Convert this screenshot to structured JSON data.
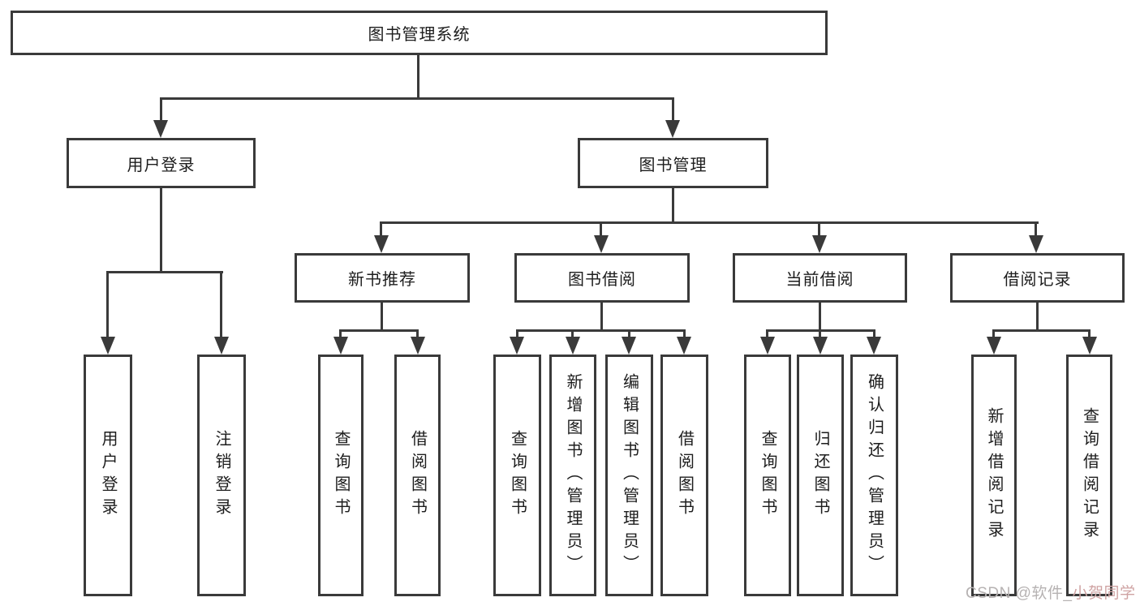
{
  "diagram_title": "图书管理系统",
  "tree": {
    "label": "图书管理系统",
    "children": [
      {
        "label": "用户登录",
        "children": [
          {
            "label": "用户登录"
          },
          {
            "label": "注销登录"
          }
        ]
      },
      {
        "label": "图书管理",
        "children": [
          {
            "label": "新书推荐",
            "children": [
              {
                "label": "查询图书"
              },
              {
                "label": "借阅图书"
              }
            ]
          },
          {
            "label": "图书借阅",
            "children": [
              {
                "label": "查询图书"
              },
              {
                "label": "新增图书（管理员）"
              },
              {
                "label": "编辑图书（管理员）"
              },
              {
                "label": "借阅图书"
              }
            ]
          },
          {
            "label": "当前借阅",
            "children": [
              {
                "label": "查询图书"
              },
              {
                "label": "归还图书"
              },
              {
                "label": "确认归还（管理员）"
              }
            ]
          },
          {
            "label": "借阅记录",
            "children": [
              {
                "label": "新增借阅记录"
              },
              {
                "label": "查询借阅记录"
              }
            ]
          }
        ]
      }
    ]
  },
  "watermark": {
    "prefix": "CSDN @软件_",
    "suffix": "小贺同学"
  },
  "colors": {
    "line": "#3a3a3a",
    "text": "#1d1d1d",
    "background": "#ffffff",
    "watermark_gray": "#b6b2b2",
    "watermark_pink": "#cfa3a3"
  }
}
